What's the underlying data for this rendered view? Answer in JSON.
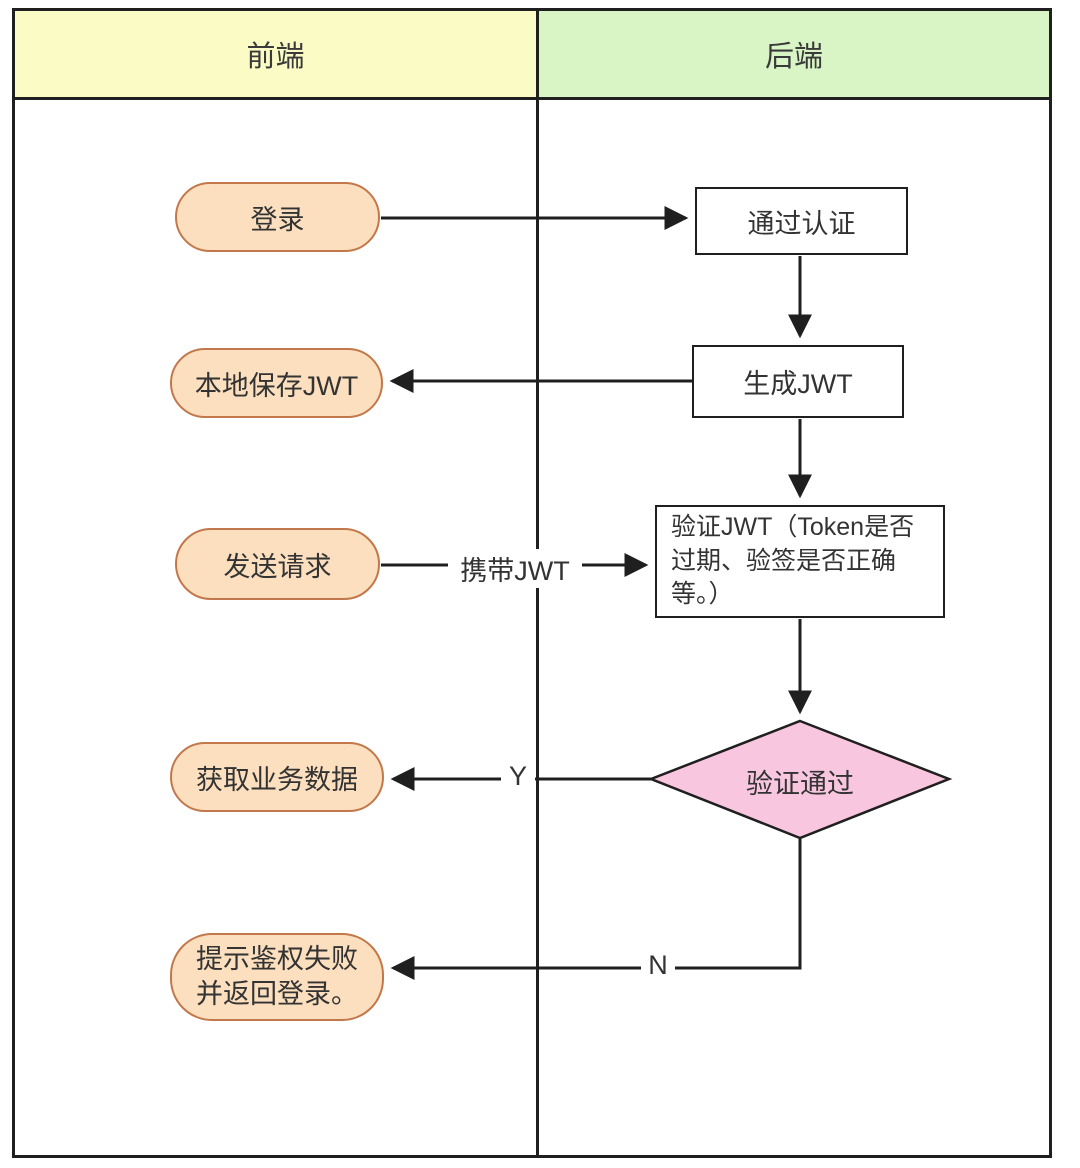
{
  "lanes": {
    "frontend": "前端",
    "backend": "后端"
  },
  "nodes": {
    "login": "登录",
    "pass_auth": "通过认证",
    "save_jwt_local": "本地保存JWT",
    "generate_jwt": "生成JWT",
    "send_request": "发送请求",
    "verify_jwt": "验证JWT（Token是否过期、验签是否正确等。）",
    "fetch_business_data": "获取业务数据",
    "verify_decision": "验证通过",
    "auth_failed": "提示鉴权失败并返回登录。"
  },
  "edge_labels": {
    "carry_jwt": "携带JWT",
    "yes": "Y",
    "no": "N"
  },
  "colors": {
    "line_color": "#1f1f1f",
    "frontend_header_bg": "#FBFBC6",
    "backend_header_bg": "#D9F5C6",
    "frontend_node_bg": "#FBDFBE",
    "frontend_node_border": "#C2784A",
    "decision_bg": "#F8C6DF"
  }
}
